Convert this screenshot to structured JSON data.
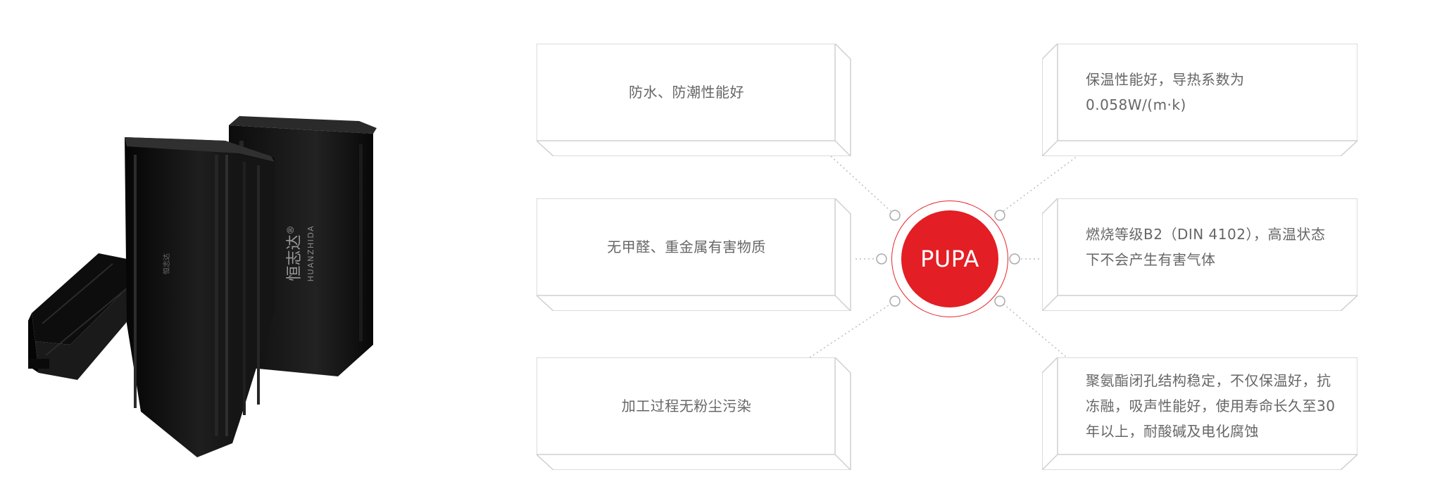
{
  "product": {
    "brand_cn": "恒志达",
    "brand_mark": "®",
    "brand_en": "HUANZHIDA"
  },
  "hub": {
    "label": "PUPA"
  },
  "features": {
    "left": [
      {
        "text": "防水、防潮性能好"
      },
      {
        "text": "无甲醛、重金属有害物质"
      },
      {
        "text": "加工过程无粉尘污染"
      }
    ],
    "right": [
      {
        "text": "保温性能好，导热系数为0.058W/(m·k)"
      },
      {
        "text": "燃烧等级B2（DIN  4102），高温状态下不会产生有害气体"
      },
      {
        "text": "聚氨酯闭孔结构稳定，不仅保温好，抗冻融，吸声性能好，使用寿命长久至30年以上，耐酸碱及电化腐蚀"
      }
    ]
  },
  "colors": {
    "accent": "#e31e24",
    "border": "#cfcfcf",
    "text": "#666666",
    "profile_dark": "#141414"
  }
}
